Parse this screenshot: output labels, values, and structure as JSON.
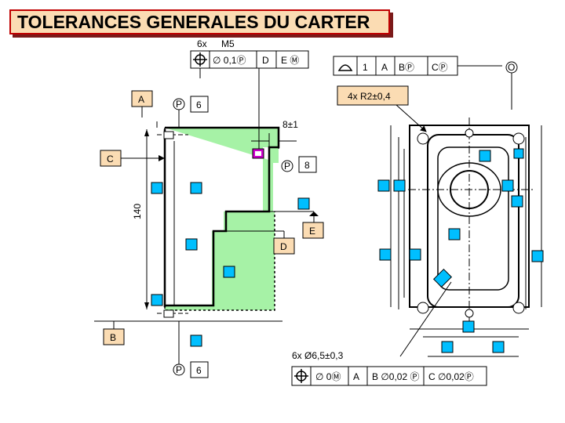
{
  "title": "TOLERANCES GENERALES DU CARTER",
  "colors": {
    "title_bg": "#fbdcb3",
    "title_border": "#c00000",
    "part_fill": "#a6f2a6",
    "marker_fill": "#00bfff",
    "tag_fill": "#fbdcb3",
    "hole_highlight": "#cc00cc"
  },
  "callouts": {
    "thread_count": "6x",
    "thread": "M5",
    "pos_tol": "∅ 0,1Ⓟ",
    "pos_ref1": "D",
    "pos_ref2": "E Ⓜ",
    "profile_tol": "1",
    "profile_ref1": "A",
    "profile_ref2": "BⓅ",
    "profile_ref3": "CⓅ",
    "circle_o": "O",
    "radius": "4x R2±0,4",
    "dim_8": "8±1",
    "dim_140": "140",
    "p_8_sym": "P",
    "p_8_val": "8",
    "p_6_top_sym": "P",
    "p_6_top_val": "6",
    "p_6_bottom_sym": "P",
    "p_6_bottom_val": "6",
    "holes": "6x Ø6,5±0,3",
    "bottom_tol": "∅ 0Ⓜ",
    "bottom_ref1": "A",
    "bottom_ref2": "B ∅0,02 Ⓟ",
    "bottom_ref3": "C ∅0,02Ⓟ"
  },
  "datums": {
    "a": "A",
    "b": "B",
    "c": "C",
    "d": "D",
    "e": "E"
  },
  "icons": [
    "position-icon",
    "profile-icon"
  ]
}
